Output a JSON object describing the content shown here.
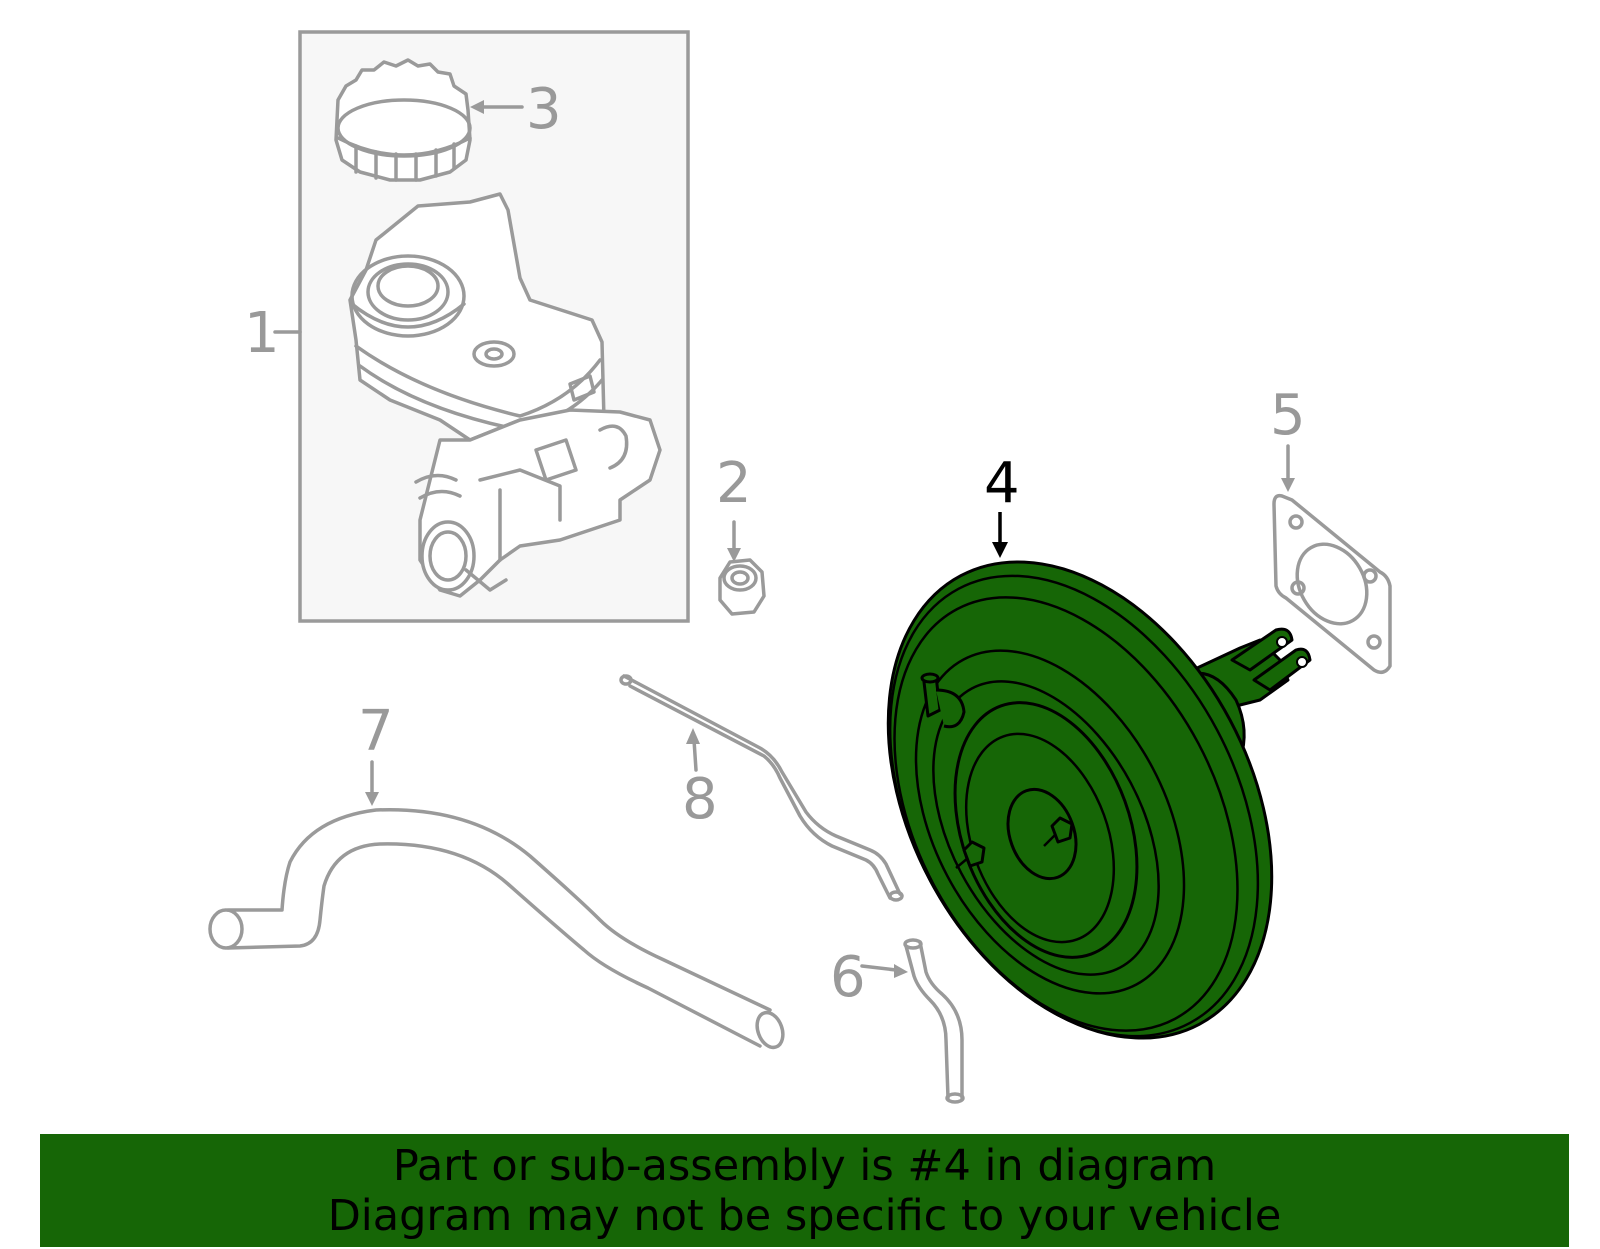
{
  "callouts": [
    {
      "id": "1",
      "label": "1"
    },
    {
      "id": "2",
      "label": "2"
    },
    {
      "id": "3",
      "label": "3"
    },
    {
      "id": "4",
      "label": "4"
    },
    {
      "id": "5",
      "label": "5"
    },
    {
      "id": "6",
      "label": "6"
    },
    {
      "id": "7",
      "label": "7"
    },
    {
      "id": "8",
      "label": "8"
    }
  ],
  "highlighted_part": "4",
  "colors": {
    "highlight": "#166606",
    "ghost": "#9a9a9a",
    "banner": "#166606"
  },
  "banner": {
    "line1": "Part or sub-assembly is #4 in diagram",
    "line2": "Diagram may not be specific to your vehicle"
  }
}
